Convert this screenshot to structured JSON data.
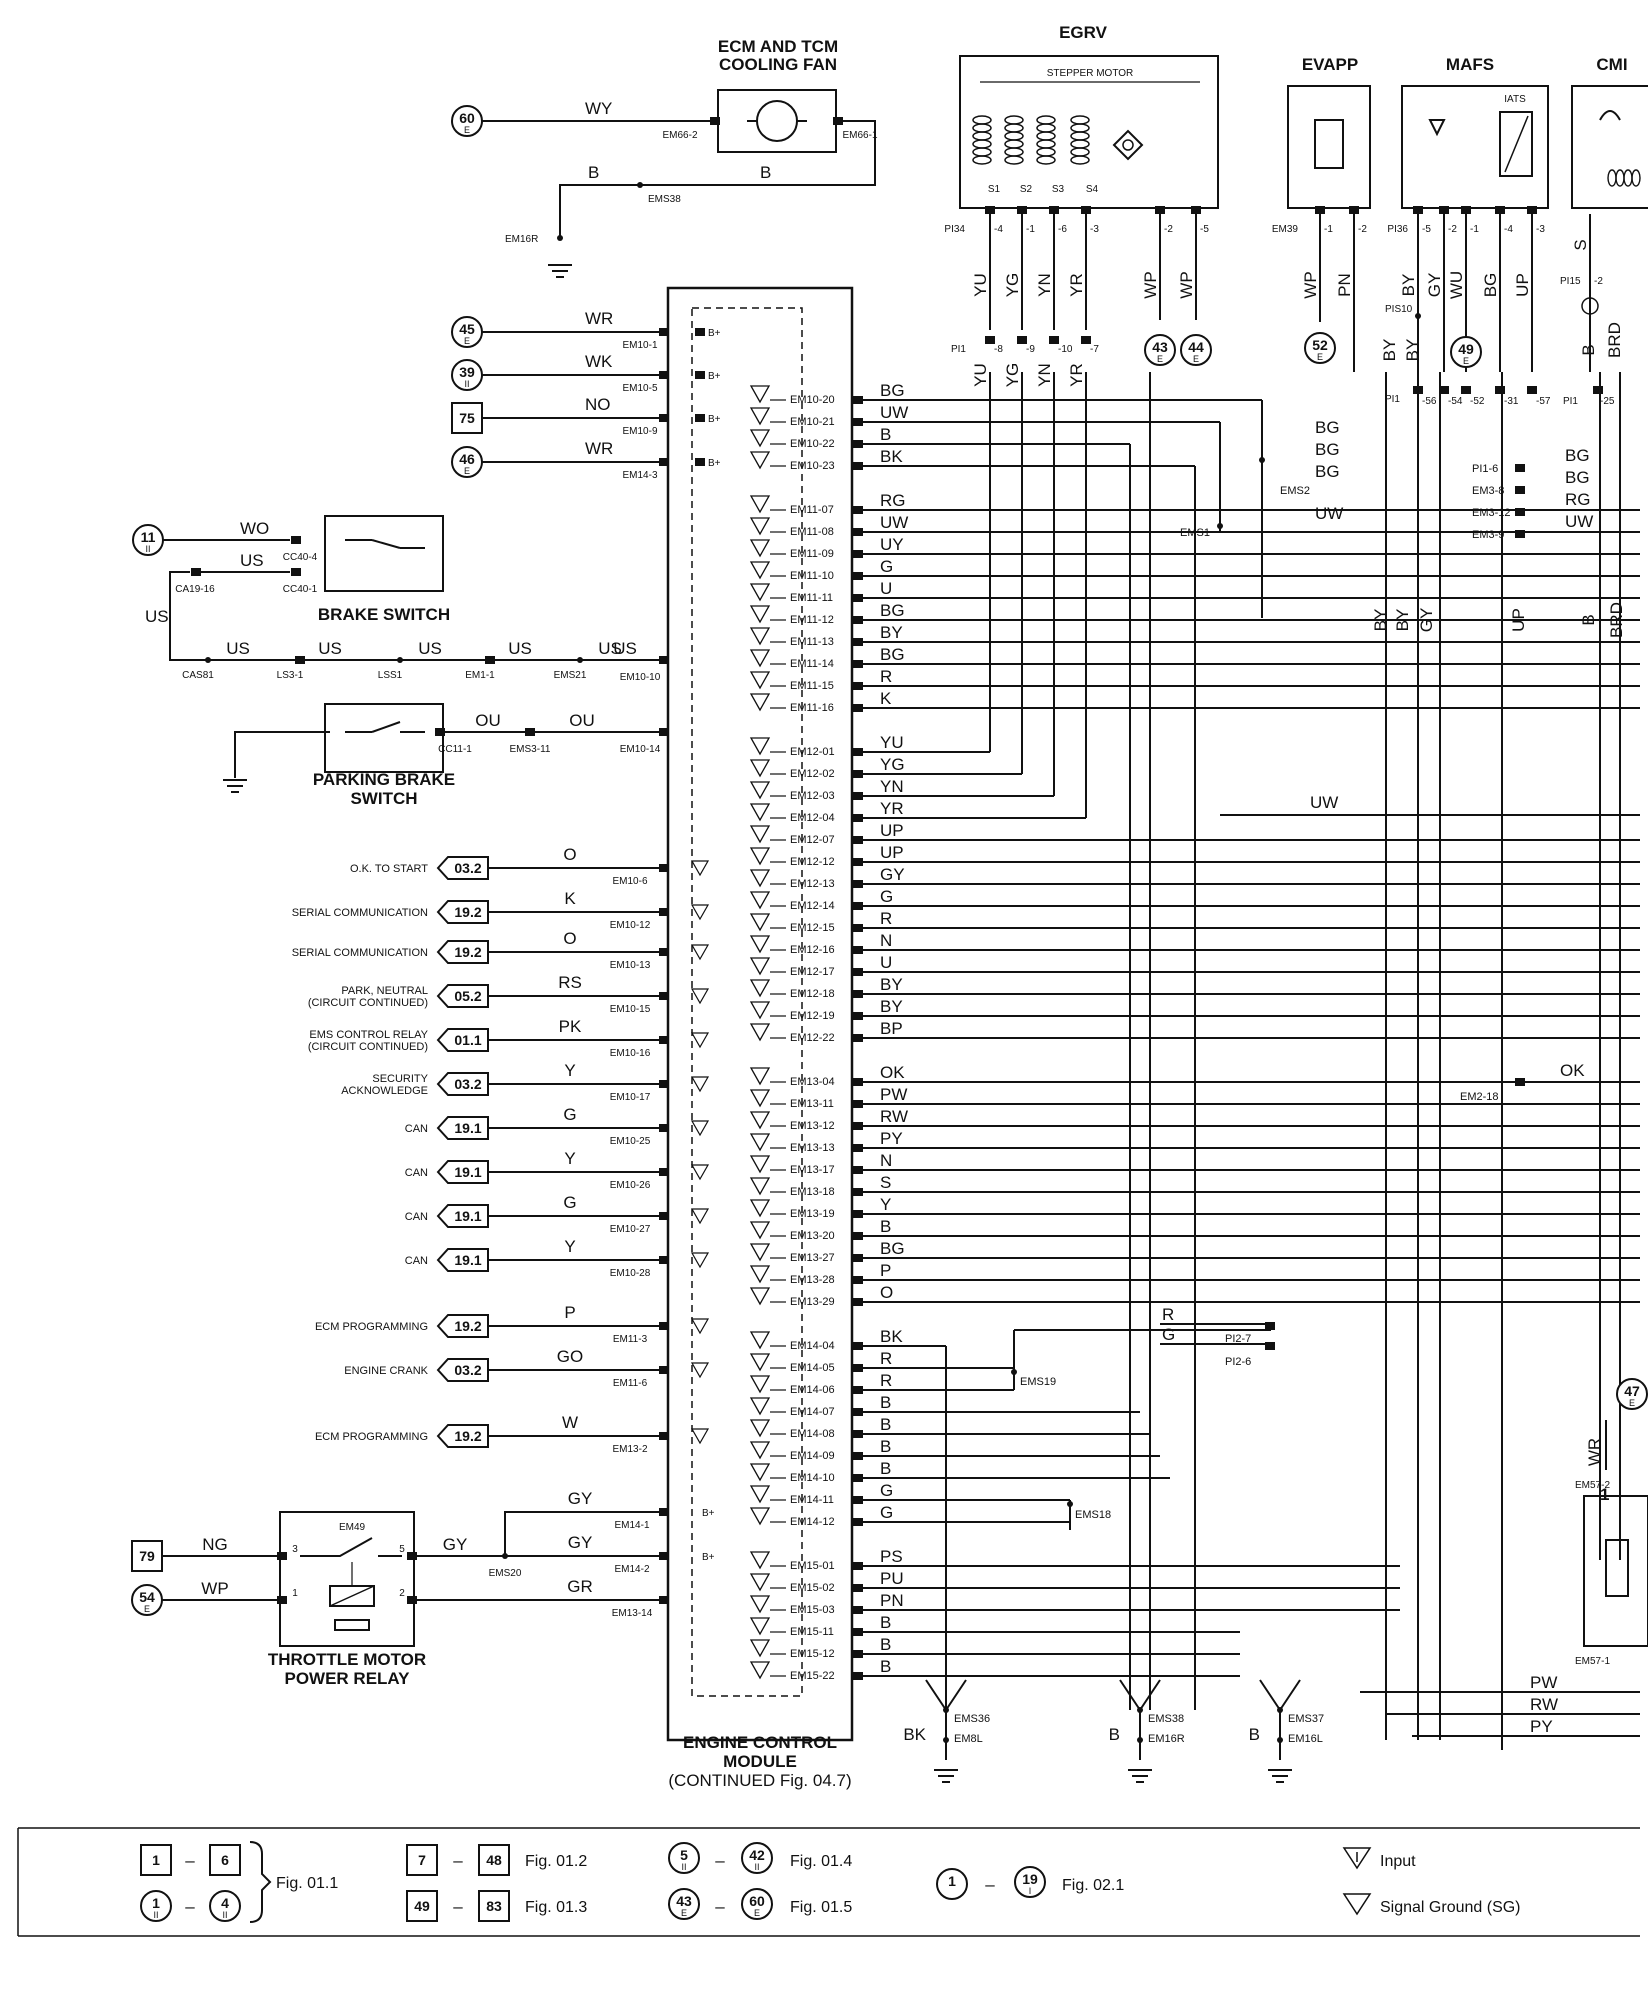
{
  "titles": {
    "fan": [
      "ECM AND TCM",
      "COOLING FAN"
    ],
    "egrv": "EGRV",
    "stepper": "STEPPER MOTOR",
    "evapp": "EVAPP",
    "mafs": "MAFS",
    "iats": "IATS",
    "cmp": "CMI",
    "brake_switch": "BRAKE SWITCH",
    "parking_brake": [
      "PARKING BRAKE",
      "SWITCH"
    ],
    "relay": [
      "THROTTLE MOTOR",
      "POWER RELAY"
    ],
    "ecm": [
      "ENGINE CONTROL",
      "MODULE",
      "(CONTINUED Fig. 04.7)"
    ]
  },
  "fan": {
    "ref": {
      "num": "60",
      "sub": "E"
    },
    "wire_in": "WY",
    "conn_in": "EM66-2",
    "conn_out": "EM66-1",
    "ground_wire": "B",
    "ground_wire2": "B",
    "splice": "EMS38",
    "ground": "EM16R"
  },
  "left_inputs": [
    {
      "ref": "45",
      "sub": "E",
      "type": "circle",
      "wire": "WR",
      "conn": "EM10-1",
      "pin": "B+"
    },
    {
      "ref": "39",
      "sub": "II",
      "type": "circle",
      "wire": "WK",
      "conn": "EM10-5",
      "pin": "B+"
    },
    {
      "ref": "75",
      "sub": "",
      "type": "box",
      "wire": "NO",
      "conn": "EM10-9",
      "pin": "B+"
    },
    {
      "ref": "46",
      "sub": "E",
      "type": "circle",
      "wire": "WR",
      "conn": "EM14-3",
      "pin": "B+"
    }
  ],
  "brake": {
    "ref": {
      "num": "11",
      "sub": "II"
    },
    "wire1": "WO",
    "conn1": "CC40-4",
    "wire2": "US",
    "conn2": "CC40-1",
    "ca": "CA19-16",
    "side_wire": "US",
    "chain": [
      {
        "wire": "US",
        "node": "CAS81"
      },
      {
        "wire": "US",
        "node": "LS3-1"
      },
      {
        "wire": "US",
        "node": "LSS1"
      },
      {
        "wire": "US",
        "node": "EM1-1"
      },
      {
        "wire": "US",
        "node": "EMS21"
      }
    ],
    "final_wire": "US",
    "final_conn": "EM10-10"
  },
  "parking": {
    "conn": "CC11-1",
    "wire1": "OU",
    "conn2": "EMS3-11",
    "wire2": "OU",
    "ecm_conn": "EM10-14"
  },
  "left_signals": [
    {
      "label": [
        "O.K. TO START"
      ],
      "ref": "03.2",
      "wire": "O",
      "conn": "EM10-6"
    },
    {
      "label": [
        "SERIAL COMMUNICATION"
      ],
      "ref": "19.2",
      "wire": "K",
      "conn": "EM10-12"
    },
    {
      "label": [
        "SERIAL COMMUNICATION"
      ],
      "ref": "19.2",
      "wire": "O",
      "conn": "EM10-13"
    },
    {
      "label": [
        "PARK, NEUTRAL",
        "(CIRCUIT CONTINUED)"
      ],
      "ref": "05.2",
      "wire": "RS",
      "conn": "EM10-15"
    },
    {
      "label": [
        "EMS CONTROL RELAY",
        "(CIRCUIT CONTINUED)"
      ],
      "ref": "01.1",
      "wire": "PK",
      "conn": "EM10-16"
    },
    {
      "label": [
        "SECURITY",
        "ACKNOWLEDGE"
      ],
      "ref": "03.2",
      "wire": "Y",
      "conn": "EM10-17"
    },
    {
      "label": [
        "CAN"
      ],
      "ref": "19.1",
      "wire": "G",
      "conn": "EM10-25"
    },
    {
      "label": [
        "CAN"
      ],
      "ref": "19.1",
      "wire": "Y",
      "conn": "EM10-26"
    },
    {
      "label": [
        "CAN"
      ],
      "ref": "19.1",
      "wire": "G",
      "conn": "EM10-27"
    },
    {
      "label": [
        "CAN"
      ],
      "ref": "19.1",
      "wire": "Y",
      "conn": "EM10-28"
    },
    {
      "label": [
        "ECM PROGRAMMING"
      ],
      "ref": "19.2",
      "wire": "P",
      "conn": "EM11-3"
    },
    {
      "label": [
        "ENGINE CRANK"
      ],
      "ref": "03.2",
      "wire": "GO",
      "conn": "EM11-6"
    },
    {
      "label": [
        "ECM PROGRAMMING"
      ],
      "ref": "19.2",
      "wire": "W",
      "conn": "EM13-2"
    }
  ],
  "relay": {
    "conn": "EM49",
    "ref1": {
      "num": "79"
    },
    "ref2": {
      "num": "54",
      "sub": "E"
    },
    "wire1": "NG",
    "wire2": "WP",
    "out_wire": "GY",
    "out_wire2": "GY",
    "splice": "EMS20",
    "pins": [
      "3",
      "5",
      "1",
      "2"
    ],
    "ecm": [
      {
        "wire": "GY",
        "conn": "EM14-1",
        "pin": "B+"
      },
      {
        "wire": "GY",
        "conn": "EM14-2",
        "pin": "B+"
      },
      {
        "wire": "GR",
        "conn": "EM13-14",
        "pin": ""
      }
    ]
  },
  "ecm_pins": [
    {
      "pin": "EM10-20",
      "wire": "BG"
    },
    {
      "pin": "EM10-21",
      "wire": "UW"
    },
    {
      "pin": "EM10-22",
      "wire": "B"
    },
    {
      "pin": "EM10-23",
      "wire": "BK"
    },
    {
      "pin": "EM11-07",
      "wire": "RG"
    },
    {
      "pin": "EM11-08",
      "wire": "UW"
    },
    {
      "pin": "EM11-09",
      "wire": "UY"
    },
    {
      "pin": "EM11-10",
      "wire": "G"
    },
    {
      "pin": "EM11-11",
      "wire": "U"
    },
    {
      "pin": "EM11-12",
      "wire": "BG"
    },
    {
      "pin": "EM11-13",
      "wire": "BY"
    },
    {
      "pin": "EM11-14",
      "wire": "BG"
    },
    {
      "pin": "EM11-15",
      "wire": "R"
    },
    {
      "pin": "EM11-16",
      "wire": "K"
    },
    {
      "pin": "EM12-01",
      "wire": "YU"
    },
    {
      "pin": "EM12-02",
      "wire": "YG"
    },
    {
      "pin": "EM12-03",
      "wire": "YN"
    },
    {
      "pin": "EM12-04",
      "wire": "YR"
    },
    {
      "pin": "EM12-07",
      "wire": "UP"
    },
    {
      "pin": "EM12-12",
      "wire": "UP"
    },
    {
      "pin": "EM12-13",
      "wire": "GY"
    },
    {
      "pin": "EM12-14",
      "wire": "G"
    },
    {
      "pin": "EM12-15",
      "wire": "R"
    },
    {
      "pin": "EM12-16",
      "wire": "N"
    },
    {
      "pin": "EM12-17",
      "wire": "U"
    },
    {
      "pin": "EM12-18",
      "wire": "BY"
    },
    {
      "pin": "EM12-19",
      "wire": "BY"
    },
    {
      "pin": "EM12-22",
      "wire": "BP"
    },
    {
      "pin": "EM13-04",
      "wire": "OK"
    },
    {
      "pin": "EM13-11",
      "wire": "PW"
    },
    {
      "pin": "EM13-12",
      "wire": "RW"
    },
    {
      "pin": "EM13-13",
      "wire": "PY"
    },
    {
      "pin": "EM13-17",
      "wire": "N"
    },
    {
      "pin": "EM13-18",
      "wire": "S"
    },
    {
      "pin": "EM13-19",
      "wire": "Y"
    },
    {
      "pin": "EM13-20",
      "wire": "B"
    },
    {
      "pin": "EM13-27",
      "wire": "BG"
    },
    {
      "pin": "EM13-28",
      "wire": "P"
    },
    {
      "pin": "EM13-29",
      "wire": "O"
    },
    {
      "pin": "EM14-04",
      "wire": "BK"
    },
    {
      "pin": "EM14-05",
      "wire": "R"
    },
    {
      "pin": "EM14-06",
      "wire": "R"
    },
    {
      "pin": "EM14-07",
      "wire": "B"
    },
    {
      "pin": "EM14-08",
      "wire": "B"
    },
    {
      "pin": "EM14-09",
      "wire": "B"
    },
    {
      "pin": "EM14-10",
      "wire": "B"
    },
    {
      "pin": "EM14-11",
      "wire": "G"
    },
    {
      "pin": "EM14-12",
      "wire": "G"
    },
    {
      "pin": "EM15-01",
      "wire": "PS"
    },
    {
      "pin": "EM15-02",
      "wire": "PU"
    },
    {
      "pin": "EM15-03",
      "wire": "PN"
    },
    {
      "pin": "EM15-11",
      "wire": "B"
    },
    {
      "pin": "EM15-12",
      "wire": "B"
    },
    {
      "pin": "EM15-22",
      "wire": "B"
    }
  ],
  "egrv": {
    "coils": [
      "S1",
      "S2",
      "S3",
      "S4"
    ],
    "pins": [
      "PI34",
      "-4",
      "-1",
      "-6",
      "-3",
      "-2",
      "-5"
    ],
    "wires": [
      "YU",
      "YG",
      "YN",
      "YR",
      "WP",
      "WP"
    ],
    "pi1": [
      "PI1",
      "-8",
      "-9",
      "-10",
      "-7"
    ],
    "wires2": [
      "YU",
      "YG",
      "YN",
      "YR"
    ],
    "refs": [
      {
        "num": "43",
        "sub": "E"
      },
      {
        "num": "44",
        "sub": "E"
      }
    ]
  },
  "evapp": {
    "conn": "EM39",
    "pins": [
      "-1",
      "-2"
    ],
    "wires": [
      "WP",
      "PN"
    ],
    "ref": {
      "num": "52",
      "sub": "E"
    }
  },
  "mafs": {
    "conn": "PI36",
    "pins": [
      "-5",
      "-2",
      "-1",
      "-4",
      "-3"
    ],
    "wires": [
      "BY",
      "GY",
      "WU",
      "BG",
      "UP"
    ],
    "splice": "PIS10",
    "pi1": [
      "PI1",
      "-56",
      "-54",
      "-52",
      "-31",
      "-57"
    ],
    "wires2": [
      "BY",
      "BY"
    ],
    "ref": {
      "num": "49",
      "sub": "E"
    }
  },
  "cmp": {
    "wire": "S",
    "conn": "PI15",
    "pin": "-2",
    "pi1": [
      "PI1",
      "-25"
    ],
    "wires2": [
      "B",
      "BRD"
    ]
  },
  "right_labels": {
    "bg_rows": [
      "BG",
      "BG",
      "BG"
    ],
    "ems2": "EMS2",
    "uw": "UW",
    "ems1": "EMS1",
    "conns": [
      "PI1-6",
      "EM3-8",
      "EM3-12",
      "EM3-9"
    ],
    "out": [
      "BG",
      "BG",
      "RG",
      "UW"
    ],
    "vert": [
      "BY",
      "BY",
      "GY",
      "UP",
      "B",
      "BRD"
    ],
    "uw2": "UW",
    "ok": "OK",
    "em2": "EM2-18",
    "r": "R",
    "g": "G",
    "pi2": [
      "PI2-7",
      "PI2-6"
    ],
    "ems19": "EMS19",
    "ems18": "EMS18",
    "bottom": [
      "PW",
      "RW",
      "PY"
    ]
  },
  "grounds": [
    {
      "wire": "BK",
      "splice": "EMS36",
      "ground": "EM8L"
    },
    {
      "wire": "B",
      "splice": "EMS38",
      "ground": "EM16R"
    },
    {
      "wire": "B",
      "splice": "EMS37",
      "ground": "EM16L"
    }
  ],
  "partial": {
    "ref": {
      "num": "47",
      "sub": "E"
    },
    "wire": "WR",
    "conn1": "EM57-2",
    "conn2": "EM57-1",
    "pin": "1"
  },
  "legend": {
    "row1": [
      {
        "a": "1",
        "b": "6",
        "kind": "box"
      },
      {
        "a": "7",
        "b": "48",
        "kind": "box",
        "fig": "Fig. 01.2"
      },
      {
        "a": "5",
        "b": "42",
        "kind": "circle",
        "sub": "II",
        "fig": "Fig. 01.4"
      }
    ],
    "row2": [
      {
        "a": "1",
        "b": "4",
        "kind": "circle",
        "sub": "II"
      },
      {
        "a": "49",
        "b": "83",
        "kind": "box",
        "fig": "Fig. 01.3"
      },
      {
        "a": "43",
        "b": "60",
        "kind": "circle",
        "sub": "E",
        "fig": "Fig. 01.5"
      }
    ],
    "group_fig": "Fig. 01.1",
    "mid": {
      "a": "1",
      "b": "19",
      "sub": "I",
      "fig": "Fig. 02.1"
    },
    "sep": "–",
    "input": "Input",
    "sg": "Signal Ground (SG)"
  }
}
